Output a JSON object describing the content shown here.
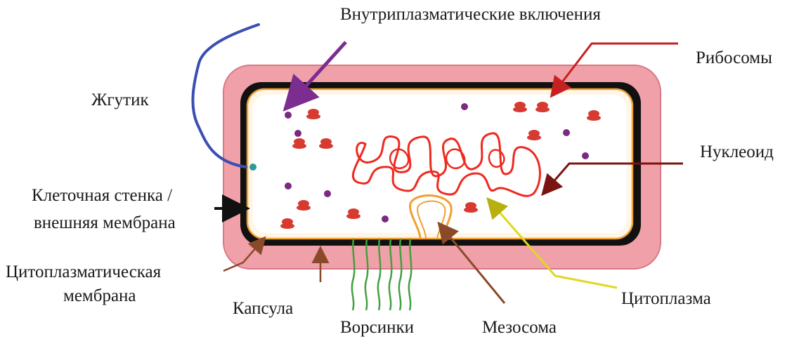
{
  "labels": {
    "inclusions": "Внутриплазматические включения",
    "ribosomes": "Рибосомы",
    "flagellum": "Жгутик",
    "nucleoid": "Нуклеоид",
    "cell_wall_line1": "Клеточная стенка /",
    "cell_wall_line2": "внешняя мембрана",
    "cyto_membrane_line1": "Цитоплазматическая",
    "cyto_membrane_line2": "мембрана",
    "capsule": "Капсула",
    "pili": "Ворсинки",
    "mesosome": "Мезосома",
    "cytoplasm": "Цитоплазма"
  },
  "colors": {
    "capsule": "#f0a0a8",
    "capsule_edge": "#d97884",
    "cell_wall": "#111111",
    "membrane": "#f0a030",
    "cytoplasm": "#ffffff",
    "nucleoid": "#ee2a20",
    "ribosome": "#d63a30",
    "inclusion": "#7a2a80",
    "flagellum": "#3a4fb0",
    "pili": "#44a040",
    "arrow_inclusions": "#7b2d90",
    "arrow_ribosomes": "#c82020",
    "arrow_nucleoid": "#7a1410",
    "arrow_cytoplasm": "#e0d820",
    "arrow_mesosome": "#8a4a2a",
    "arrow_cyto_membrane": "#8a4a2a",
    "arrow_capsule": "#8a4a2a",
    "arrow_cell_wall": "#111111"
  }
}
